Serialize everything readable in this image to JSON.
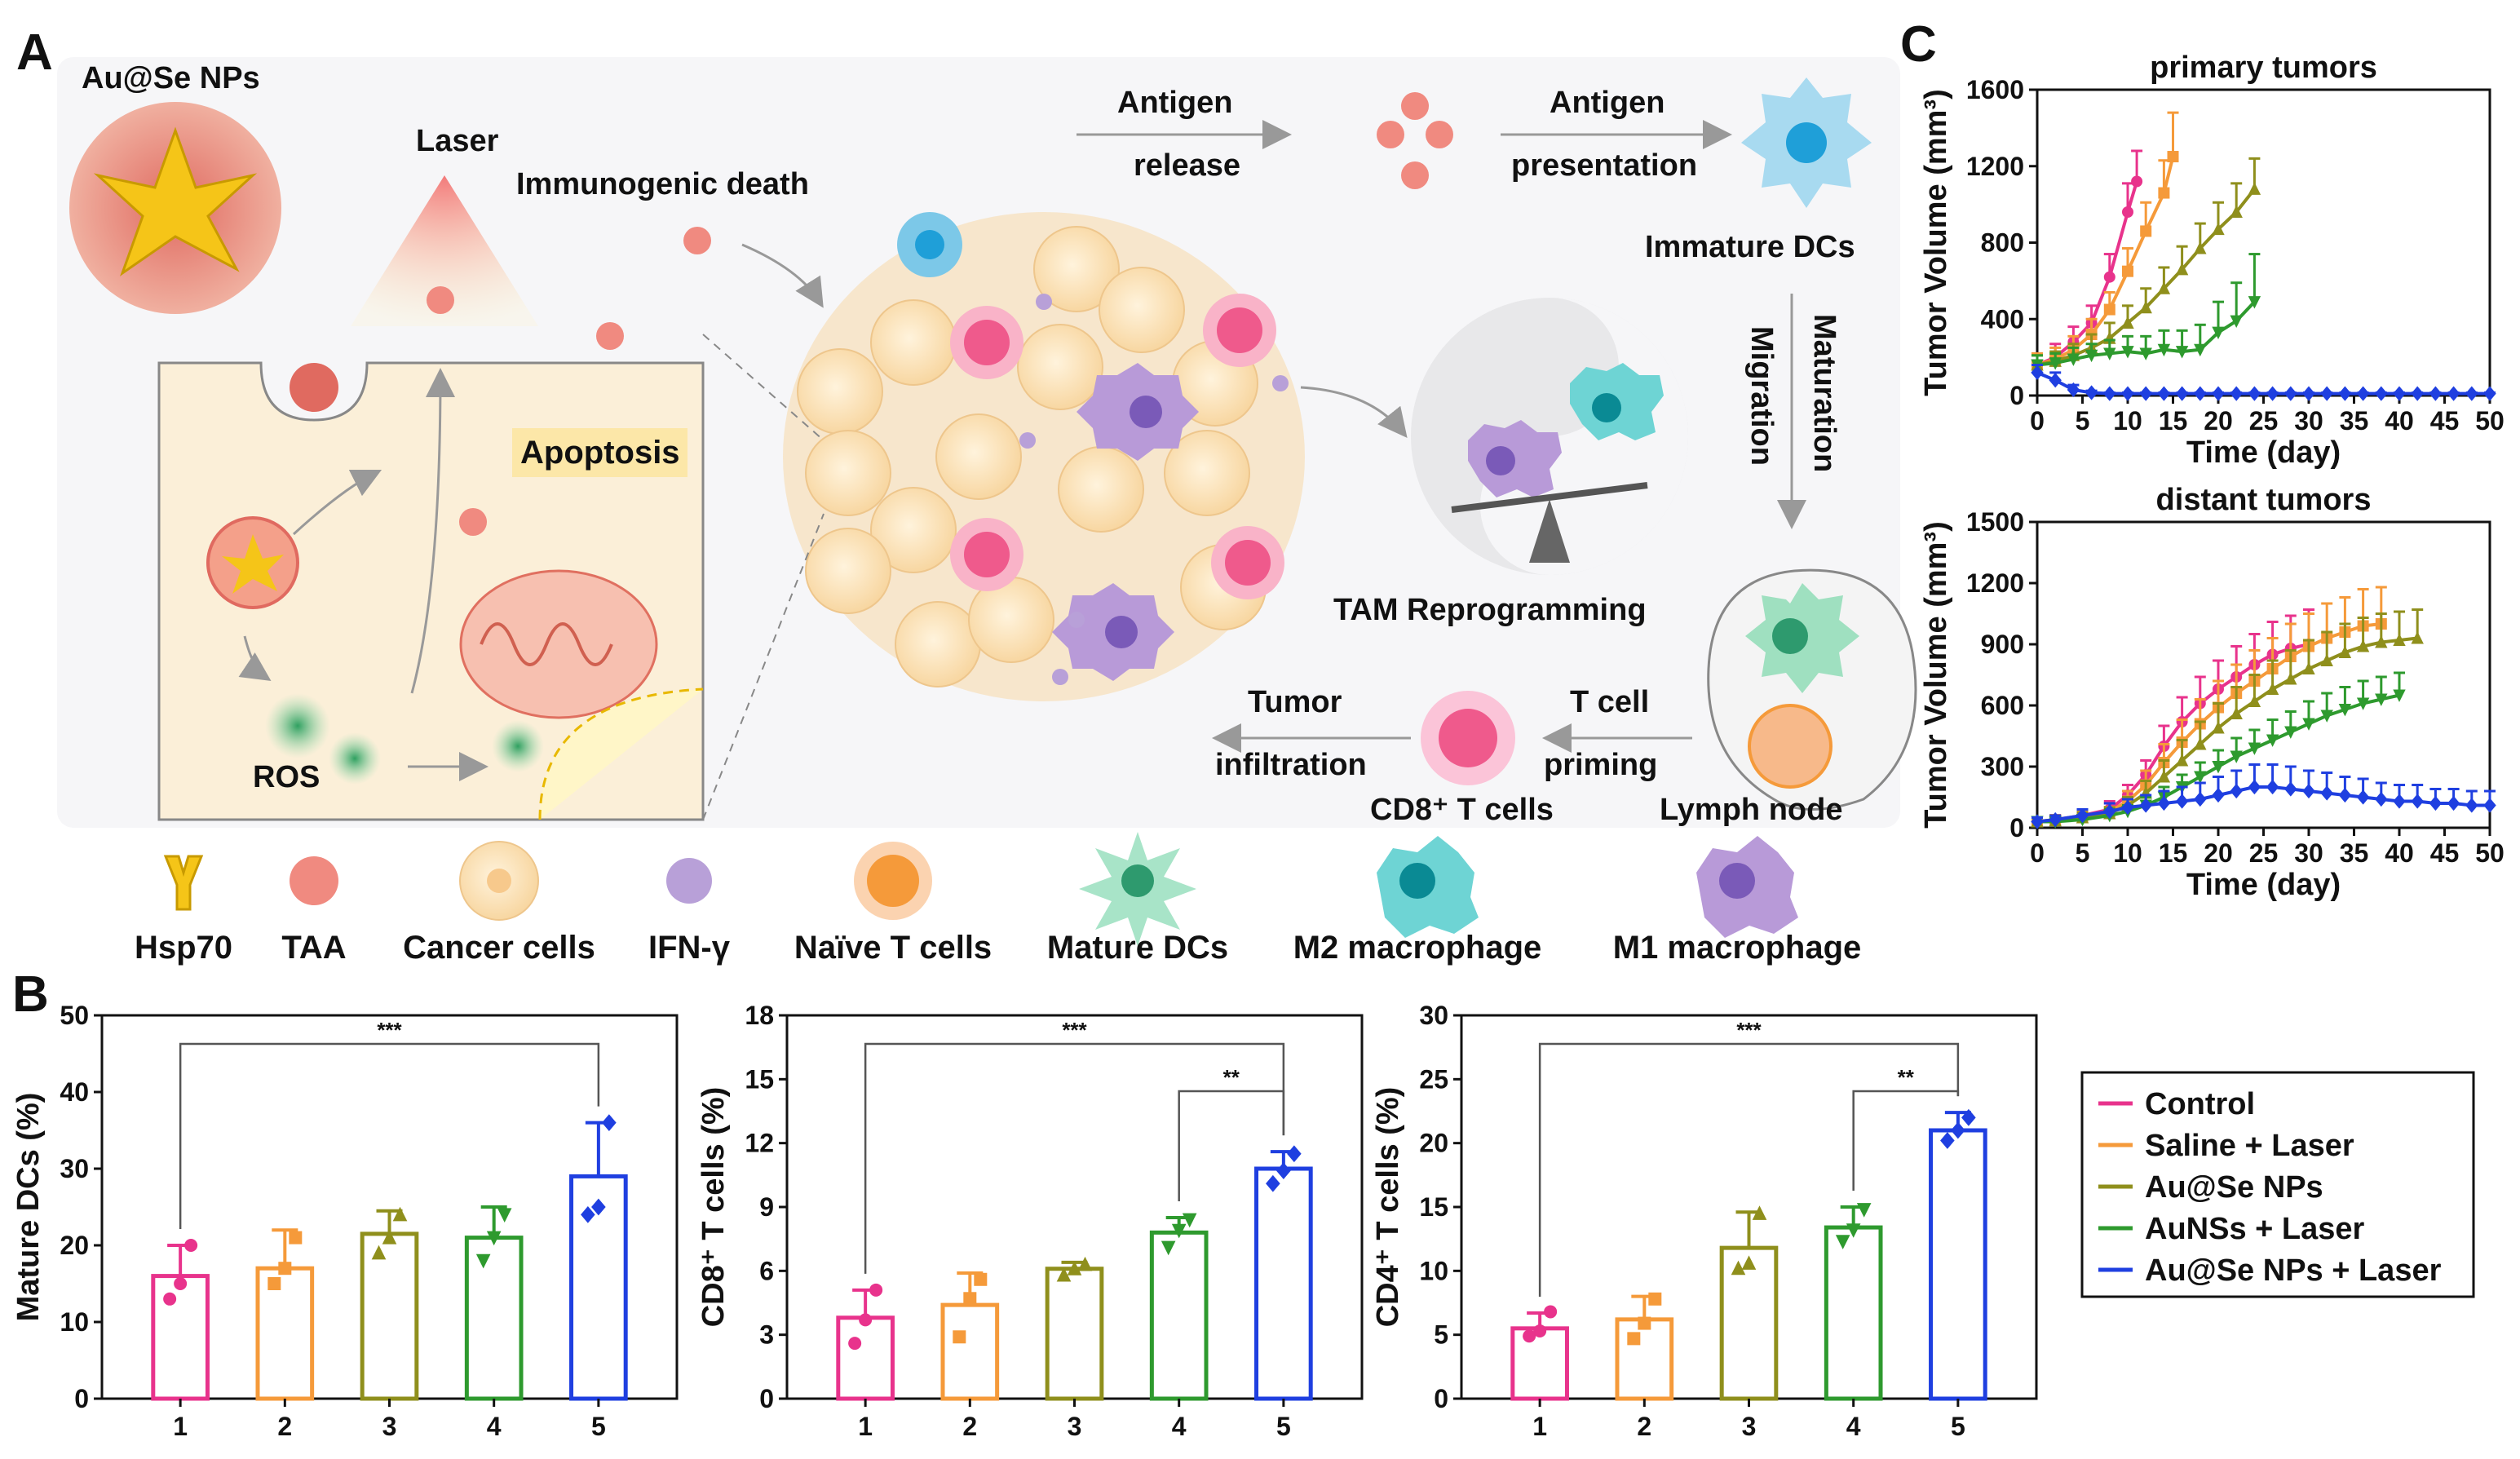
{
  "panel_labels": {
    "a": "A",
    "b": "B",
    "c": "C"
  },
  "schematic": {
    "au_se_nps": "Au@Se NPs",
    "laser": "Laser",
    "immunogenic_death": "Immunogenic death",
    "apoptosis": "Apoptosis",
    "ros": "ROS",
    "antigen_release_1": "Antigen",
    "antigen_release_2": "release",
    "antigen_presentation_1": "Antigen",
    "antigen_presentation_2": "presentation",
    "immature_dcs": "Immature DCs",
    "maturation": "Maturation",
    "migration": "Migration",
    "tam_reprogramming": "TAM Reprogramming",
    "tumor_infiltration_1": "Tumor",
    "tumor_infiltration_2": "infiltration",
    "t_cell_priming_1": "T cell",
    "t_cell_priming_2": "priming",
    "cd8_t_cells": "CD8⁺ T cells",
    "lymph_node": "Lymph node"
  },
  "legend_icons": [
    {
      "label": "Hsp70",
      "icon": "hsp70-icon"
    },
    {
      "label": "TAA",
      "icon": "taa-icon"
    },
    {
      "label": "Cancer cells",
      "icon": "cancer-cell-icon"
    },
    {
      "label": "IFN-γ",
      "icon": "ifn-gamma-icon"
    },
    {
      "label": "Naïve T cells",
      "icon": "naive-t-cell-icon"
    },
    {
      "label": "Mature DCs",
      "icon": "mature-dc-icon"
    },
    {
      "label": "M2 macrophage",
      "icon": "m2-macrophage-icon"
    },
    {
      "label": "M1 macrophage",
      "icon": "m1-macrophage-icon"
    }
  ],
  "colors": {
    "control": "#e8338c",
    "saline_laser": "#f59a3a",
    "au_se_nps": "#8f8f1c",
    "aunss_laser": "#2e9a2e",
    "au_se_laser": "#1f3fe0",
    "cancer_cell": "#f9d9a8",
    "taa": "#f08a80",
    "ifn": "#b8a0d8",
    "dc": "#7cc8e8"
  },
  "chart_data": [
    {
      "type": "line",
      "title": "primary tumors",
      "xlabel": "Time (day)",
      "ylabel": "Tumor Volume (mm³)",
      "xlim": [
        0,
        50
      ],
      "ylim": [
        0,
        1600
      ],
      "xticks": [
        "0",
        "5",
        "10",
        "15",
        "20",
        "25",
        "30",
        "35",
        "40",
        "45",
        "50"
      ],
      "yticks": [
        "0",
        "400",
        "800",
        "1200",
        "1600"
      ],
      "series": [
        {
          "name": "Control",
          "x": [
            0,
            2,
            4,
            6,
            8,
            10,
            11
          ],
          "y": [
            160,
            200,
            280,
            380,
            620,
            960,
            1120
          ],
          "err": [
            60,
            70,
            80,
            90,
            120,
            150,
            160
          ]
        },
        {
          "name": "Saline + Laser",
          "x": [
            0,
            2,
            4,
            6,
            8,
            10,
            12,
            14,
            15
          ],
          "y": [
            160,
            190,
            240,
            320,
            450,
            650,
            860,
            1060,
            1250
          ],
          "err": [
            60,
            60,
            70,
            80,
            90,
            120,
            150,
            170,
            230
          ]
        },
        {
          "name": "Au@Se NPs",
          "x": [
            0,
            2,
            4,
            6,
            8,
            10,
            12,
            14,
            16,
            18,
            20,
            22,
            24
          ],
          "y": [
            160,
            180,
            210,
            250,
            300,
            380,
            460,
            560,
            660,
            770,
            870,
            960,
            1080
          ],
          "err": [
            50,
            50,
            60,
            70,
            80,
            90,
            100,
            110,
            120,
            130,
            140,
            150,
            160
          ]
        },
        {
          "name": "AuNSs + Laser",
          "x": [
            0,
            2,
            4,
            6,
            8,
            10,
            12,
            14,
            16,
            18,
            20,
            22,
            24
          ],
          "y": [
            160,
            170,
            190,
            210,
            220,
            230,
            220,
            240,
            230,
            240,
            330,
            390,
            490
          ],
          "err": [
            50,
            50,
            60,
            60,
            70,
            80,
            90,
            100,
            110,
            130,
            160,
            200,
            250
          ]
        },
        {
          "name": "Au@Se NPs + Laser",
          "x": [
            0,
            2,
            4,
            6,
            8,
            10,
            12,
            14,
            16,
            18,
            20,
            22,
            24,
            26,
            28,
            30,
            32,
            34,
            36,
            38,
            40,
            42,
            44,
            46,
            48,
            50
          ],
          "y": [
            120,
            80,
            30,
            15,
            10,
            10,
            10,
            10,
            10,
            10,
            10,
            10,
            10,
            10,
            10,
            10,
            10,
            10,
            10,
            10,
            10,
            10,
            10,
            10,
            10,
            10
          ],
          "err": [
            40,
            40,
            25,
            10,
            5,
            5,
            5,
            5,
            5,
            5,
            5,
            5,
            5,
            5,
            5,
            5,
            5,
            5,
            5,
            5,
            5,
            5,
            5,
            5,
            5,
            5
          ]
        }
      ]
    },
    {
      "type": "line",
      "title": "distant tumors",
      "xlabel": "Time (day)",
      "ylabel": "Tumor Volume (mm³)",
      "xlim": [
        0,
        50
      ],
      "ylim": [
        0,
        1500
      ],
      "xticks": [
        "0",
        "5",
        "10",
        "15",
        "20",
        "25",
        "30",
        "35",
        "40",
        "45",
        "50"
      ],
      "yticks": [
        "0",
        "300",
        "600",
        "900",
        "1200",
        "1500"
      ],
      "series": [
        {
          "name": "Control",
          "x": [
            0,
            2,
            5,
            8,
            10,
            12,
            14,
            16,
            18,
            20,
            22,
            24,
            26,
            28,
            30
          ],
          "y": [
            30,
            40,
            60,
            90,
            160,
            260,
            400,
            520,
            610,
            680,
            740,
            800,
            850,
            880,
            900
          ],
          "err": [
            20,
            20,
            30,
            40,
            50,
            70,
            100,
            120,
            130,
            140,
            150,
            150,
            160,
            160,
            170
          ]
        },
        {
          "name": "Saline + Laser",
          "x": [
            0,
            2,
            5,
            8,
            10,
            12,
            14,
            16,
            18,
            20,
            22,
            24,
            26,
            28,
            30,
            32,
            34,
            36,
            38
          ],
          "y": [
            30,
            40,
            55,
            80,
            130,
            210,
            320,
            420,
            510,
            590,
            660,
            720,
            780,
            840,
            890,
            930,
            960,
            990,
            1000
          ],
          "err": [
            20,
            20,
            30,
            40,
            50,
            70,
            90,
            110,
            120,
            130,
            140,
            150,
            150,
            160,
            160,
            170,
            170,
            180,
            180
          ]
        },
        {
          "name": "Au@Se NPs",
          "x": [
            0,
            2,
            5,
            8,
            10,
            12,
            14,
            16,
            18,
            20,
            22,
            24,
            26,
            28,
            30,
            32,
            34,
            36,
            38,
            40,
            42
          ],
          "y": [
            30,
            35,
            50,
            70,
            110,
            170,
            250,
            330,
            410,
            490,
            560,
            620,
            680,
            730,
            780,
            820,
            860,
            890,
            910,
            920,
            930
          ],
          "err": [
            20,
            20,
            25,
            30,
            40,
            60,
            80,
            100,
            110,
            120,
            130,
            130,
            140,
            140,
            140,
            140,
            140,
            140,
            140,
            140,
            140
          ]
        },
        {
          "name": "AuNSs + Laser",
          "x": [
            0,
            2,
            5,
            8,
            10,
            12,
            14,
            16,
            18,
            20,
            22,
            24,
            26,
            28,
            30,
            32,
            34,
            36,
            38,
            40
          ],
          "y": [
            30,
            30,
            40,
            60,
            80,
            110,
            150,
            200,
            250,
            300,
            350,
            390,
            430,
            470,
            510,
            550,
            580,
            610,
            630,
            650
          ],
          "err": [
            20,
            20,
            20,
            30,
            30,
            40,
            50,
            60,
            70,
            80,
            90,
            90,
            100,
            100,
            110,
            110,
            110,
            110,
            110,
            110
          ]
        },
        {
          "name": "Au@Se NPs + Laser",
          "x": [
            0,
            2,
            5,
            8,
            10,
            12,
            14,
            16,
            18,
            20,
            22,
            24,
            26,
            28,
            30,
            32,
            34,
            36,
            38,
            40,
            42,
            44,
            46,
            48,
            50
          ],
          "y": [
            30,
            40,
            60,
            80,
            100,
            110,
            120,
            130,
            140,
            160,
            180,
            200,
            200,
            190,
            180,
            170,
            160,
            150,
            140,
            130,
            130,
            120,
            120,
            110,
            110
          ],
          "err": [
            20,
            20,
            30,
            40,
            40,
            50,
            60,
            70,
            80,
            90,
            100,
            110,
            110,
            110,
            100,
            100,
            90,
            90,
            80,
            80,
            80,
            70,
            70,
            70,
            70
          ]
        }
      ]
    },
    {
      "type": "bar",
      "ylabel": "Mature DCs (%)",
      "categories": [
        "1",
        "2",
        "3",
        "4",
        "5"
      ],
      "ylim": [
        0,
        50
      ],
      "yticks": [
        "0",
        "10",
        "20",
        "30",
        "40",
        "50"
      ],
      "values": [
        16,
        17,
        21.5,
        21,
        29
      ],
      "err": [
        4,
        5,
        3,
        4,
        7
      ],
      "points": [
        [
          13,
          20,
          15
        ],
        [
          15,
          21,
          17
        ],
        [
          19,
          24,
          21
        ],
        [
          18,
          24,
          21
        ],
        [
          24,
          36,
          25
        ]
      ],
      "significance": [
        {
          "from": 1,
          "to": 5,
          "label": "***"
        }
      ]
    },
    {
      "type": "bar",
      "ylabel": "CD8⁺ T cells (%)",
      "categories": [
        "1",
        "2",
        "3",
        "4",
        "5"
      ],
      "ylim": [
        0,
        18
      ],
      "yticks": [
        "0",
        "3",
        "6",
        "9",
        "12",
        "15",
        "18"
      ],
      "values": [
        3.8,
        4.4,
        6.1,
        7.8,
        10.8
      ],
      "err": [
        1.3,
        1.5,
        0.3,
        0.7,
        0.8
      ],
      "points": [
        [
          2.6,
          5.1,
          3.7
        ],
        [
          2.9,
          5.6,
          4.7
        ],
        [
          5.8,
          6.3,
          6.1
        ],
        [
          7.1,
          8.4,
          7.9
        ],
        [
          10.1,
          11.5,
          10.7
        ]
      ],
      "significance": [
        {
          "from": 1,
          "to": 5,
          "label": "***"
        },
        {
          "from": 4,
          "to": 5,
          "label": "**"
        }
      ]
    },
    {
      "type": "bar",
      "ylabel": "CD4⁺ T cells (%)",
      "categories": [
        "1",
        "2",
        "3",
        "4",
        "5"
      ],
      "ylim": [
        0,
        30
      ],
      "yticks": [
        "0",
        "5",
        "10",
        "15",
        "20",
        "25",
        "30"
      ],
      "values": [
        5.5,
        6.2,
        11.8,
        13.4,
        21
      ],
      "err": [
        1.2,
        1.8,
        2.8,
        1.6,
        1.4
      ],
      "points": [
        [
          4.9,
          6.8,
          5.3
        ],
        [
          4.7,
          7.8,
          5.9
        ],
        [
          10.2,
          14.5,
          10.6
        ],
        [
          12.3,
          14.8,
          13.2
        ],
        [
          20.2,
          22.0,
          21.0
        ]
      ],
      "significance": [
        {
          "from": 1,
          "to": 5,
          "label": "***"
        },
        {
          "from": 4,
          "to": 5,
          "label": "**"
        }
      ]
    }
  ],
  "legend": [
    "Control",
    "Saline + Laser",
    "Au@Se NPs",
    "AuNSs + Laser",
    "Au@Se NPs + Laser"
  ]
}
